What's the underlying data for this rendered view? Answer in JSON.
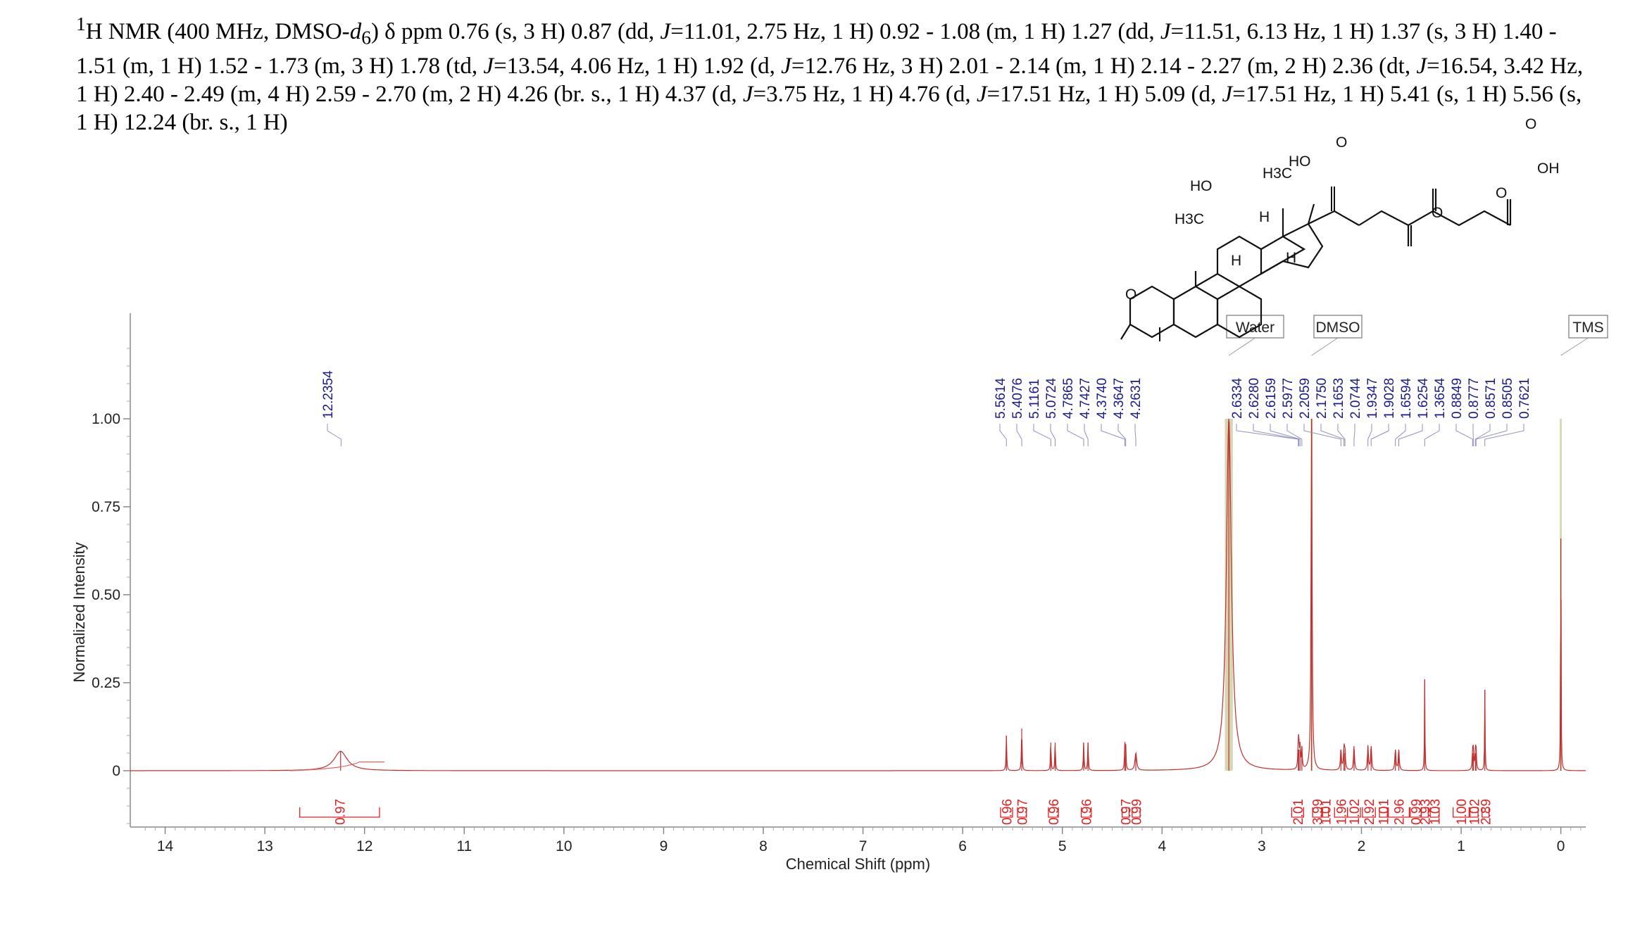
{
  "caption": {
    "nucleus_sup": "1",
    "parts": [
      {
        "t": "H NMR (400 MHz, DMSO-"
      },
      {
        "t": "d",
        "i": true
      },
      {
        "t": "6",
        "sub": true
      },
      {
        "t": ") δ ppm 0.76 (s, 3 H) 0.87 (dd, "
      },
      {
        "t": "J",
        "i": true
      },
      {
        "t": "=11.01, 2.75 Hz, 1 H) 0.92 - 1.08 (m, 1 H) 1.27 (dd, "
      },
      {
        "t": "J",
        "i": true
      },
      {
        "t": "=11.51, 6.13 Hz, 1 H) 1.37 (s, 3 H) 1.40 - 1.51 (m, 1 H) 1.52 - 1.73 (m, 3 H) 1.78 (td, "
      },
      {
        "t": "J",
        "i": true
      },
      {
        "t": "=13.54, 4.06 Hz, 1 H) 1.92 (d, "
      },
      {
        "t": "J",
        "i": true
      },
      {
        "t": "=12.76 Hz, 3 H) 2.01 - 2.14 (m, 1 H) 2.14 - 2.27 (m, 2 H) 2.36 (dt, "
      },
      {
        "t": "J",
        "i": true
      },
      {
        "t": "=16.54, 3.42 Hz, 1 H) 2.40 - 2.49 (m, 4 H) 2.59 - 2.70 (m, 2 H) 4.26 (br. s., 1 H) 4.37 (d, "
      },
      {
        "t": "J",
        "i": true
      },
      {
        "t": "=3.75 Hz, 1 H) 4.76 (d, "
      },
      {
        "t": "J",
        "i": true
      },
      {
        "t": "=17.51 Hz, 1 H) 5.09 (d, "
      },
      {
        "t": "J",
        "i": true
      },
      {
        "t": "=17.51 Hz, 1 H) 5.41 (s, 1 H) 5.56 (s, 1 H) 12.24 (br. s., 1 H)"
      }
    ]
  },
  "structure": {
    "labels": [
      "HO",
      "H3C",
      "HO",
      "H3C",
      "H",
      "H",
      "H",
      "O",
      "O",
      "O",
      "O",
      "O",
      "OH"
    ]
  },
  "chart_data": {
    "type": "line",
    "xlabel": "Chemical Shift (ppm)",
    "ylabel": "Normalized Intensity",
    "xlim": [
      14.35,
      -0.25
    ],
    "ylim": [
      -0.16,
      1.3
    ],
    "x_ticks": [
      "14",
      "13",
      "12",
      "11",
      "10",
      "9",
      "8",
      "7",
      "6",
      "5",
      "4",
      "3",
      "2",
      "1",
      "0"
    ],
    "x_tick_values": [
      14,
      13,
      12,
      11,
      10,
      9,
      8,
      7,
      6,
      5,
      4,
      3,
      2,
      1,
      0
    ],
    "y_ticks": [
      "1.00",
      "0.75",
      "0.50",
      "0.25",
      "0"
    ],
    "y_tick_values": [
      1.0,
      0.75,
      0.5,
      0.25,
      0
    ],
    "peak_labels": [
      "12.2354",
      "5.5614",
      "5.4076",
      "5.1161",
      "5.0724",
      "4.7865",
      "4.7427",
      "4.3740",
      "4.3647",
      "4.2631",
      "2.6334",
      "2.6280",
      "2.6159",
      "2.5977",
      "2.2059",
      "2.1750",
      "2.1653",
      "2.0744",
      "1.9347",
      "1.9028",
      "1.6594",
      "1.6254",
      "1.3654",
      "0.8849",
      "0.8777",
      "0.8571",
      "0.8505",
      "0.7621"
    ],
    "peaks": [
      {
        "x": 12.24,
        "y": 0.055,
        "w": 0.08
      },
      {
        "x": 5.5614,
        "y": 0.1,
        "w": 0.004
      },
      {
        "x": 5.4076,
        "y": 0.12,
        "w": 0.004
      },
      {
        "x": 5.1161,
        "y": 0.08,
        "w": 0.004
      },
      {
        "x": 5.0724,
        "y": 0.08,
        "w": 0.004
      },
      {
        "x": 4.7865,
        "y": 0.08,
        "w": 0.004
      },
      {
        "x": 4.7427,
        "y": 0.08,
        "w": 0.004
      },
      {
        "x": 4.374,
        "y": 0.07,
        "w": 0.004
      },
      {
        "x": 4.3647,
        "y": 0.07,
        "w": 0.004
      },
      {
        "x": 4.2631,
        "y": 0.05,
        "w": 0.01
      },
      {
        "x": 3.33,
        "y": 1.0,
        "w": 0.03
      },
      {
        "x": 2.5,
        "y": 1.0,
        "w": 0.006
      },
      {
        "x": 2.6334,
        "y": 0.06,
        "w": 0.005
      },
      {
        "x": 2.628,
        "y": 0.06,
        "w": 0.005
      },
      {
        "x": 2.6159,
        "y": 0.06,
        "w": 0.005
      },
      {
        "x": 2.5977,
        "y": 0.06,
        "w": 0.005
      },
      {
        "x": 2.2059,
        "y": 0.06,
        "w": 0.006
      },
      {
        "x": 2.175,
        "y": 0.06,
        "w": 0.006
      },
      {
        "x": 2.1653,
        "y": 0.05,
        "w": 0.006
      },
      {
        "x": 2.0744,
        "y": 0.07,
        "w": 0.006
      },
      {
        "x": 1.9347,
        "y": 0.07,
        "w": 0.006
      },
      {
        "x": 1.9028,
        "y": 0.07,
        "w": 0.006
      },
      {
        "x": 1.6594,
        "y": 0.06,
        "w": 0.006
      },
      {
        "x": 1.6254,
        "y": 0.06,
        "w": 0.006
      },
      {
        "x": 1.3654,
        "y": 0.26,
        "w": 0.003
      },
      {
        "x": 0.8849,
        "y": 0.05,
        "w": 0.005
      },
      {
        "x": 0.8777,
        "y": 0.05,
        "w": 0.005
      },
      {
        "x": 0.8571,
        "y": 0.05,
        "w": 0.005
      },
      {
        "x": 0.8505,
        "y": 0.05,
        "w": 0.005
      },
      {
        "x": 0.7621,
        "y": 0.23,
        "w": 0.003
      },
      {
        "x": 0.0,
        "y": 0.66,
        "w": 0.003
      }
    ],
    "integrals": [
      {
        "from": 12.65,
        "to": 11.85,
        "value": "0.97"
      },
      {
        "from": 5.62,
        "to": 5.5,
        "value": "0.96"
      },
      {
        "from": 5.45,
        "to": 5.36,
        "value": "0.97"
      },
      {
        "from": 5.14,
        "to": 5.04,
        "value": "0.96"
      },
      {
        "from": 4.81,
        "to": 4.71,
        "value": "0.96"
      },
      {
        "from": 4.4,
        "to": 4.33,
        "value": "0.97"
      },
      {
        "from": 4.3,
        "to": 4.22,
        "value": "0.99"
      },
      {
        "from": 2.7,
        "to": 2.58,
        "value": "2.01"
      },
      {
        "from": 2.49,
        "to": 2.4,
        "value": "3.99"
      },
      {
        "from": 2.39,
        "to": 2.33,
        "value": "1.01"
      },
      {
        "from": 2.27,
        "to": 2.14,
        "value": "1.96"
      },
      {
        "from": 2.14,
        "to": 2.01,
        "value": "1.02"
      },
      {
        "from": 1.99,
        "to": 1.86,
        "value": "2.92"
      },
      {
        "from": 1.82,
        "to": 1.74,
        "value": "1.01"
      },
      {
        "from": 1.73,
        "to": 1.52,
        "value": "2.96"
      },
      {
        "from": 1.51,
        "to": 1.4,
        "value": "0.99"
      },
      {
        "from": 1.4,
        "to": 1.33,
        "value": "2.93"
      },
      {
        "from": 1.31,
        "to": 1.22,
        "value": "1.03"
      },
      {
        "from": 1.08,
        "to": 0.92,
        "value": "1.00"
      },
      {
        "from": 0.91,
        "to": 0.83,
        "value": "1.02"
      },
      {
        "from": 0.79,
        "to": 0.72,
        "value": "2.89"
      }
    ],
    "solvent_labels": [
      {
        "text": "Water",
        "x": 3.33
      },
      {
        "text": "DMSO",
        "x": 2.5
      },
      {
        "text": "TMS",
        "x": 0.0
      }
    ],
    "colors": {
      "spectrum": "#c03030",
      "integral": "#e02020",
      "peak_label": "#1a1a8c",
      "solvent_band": "#c8c89a",
      "leader": "#9090c0"
    }
  }
}
